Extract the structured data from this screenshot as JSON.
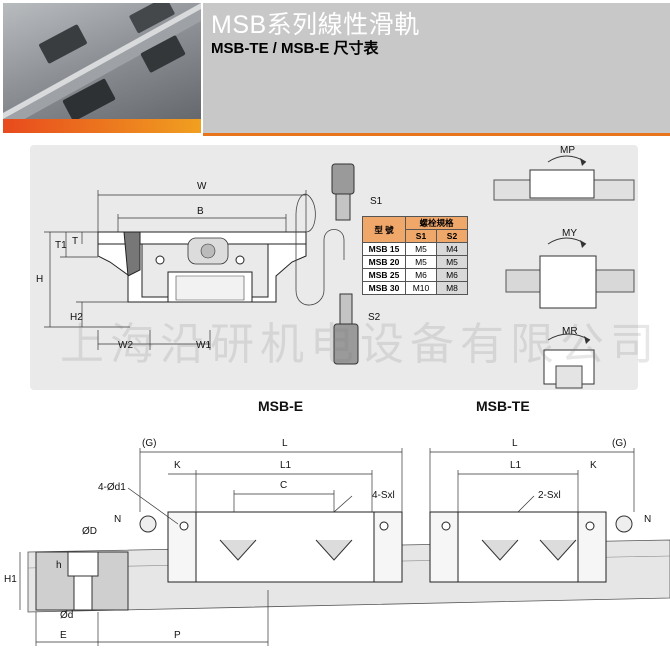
{
  "header": {
    "title": "MSB系列線性滑軌",
    "subtitle": "MSB-TE / MSB-E 尺寸表"
  },
  "colors": {
    "accent": "#e8741c",
    "table_header": "#f0a76a",
    "panel_gray": "#c8c8c8"
  },
  "front_view": {
    "labels": {
      "w": "W",
      "b": "B",
      "t1": "T1",
      "t": "T",
      "h": "H",
      "h2": "H2",
      "w2": "W2",
      "w1": "W1",
      "s1": "S1",
      "s2": "S2"
    }
  },
  "moments": {
    "mp": "MP",
    "my": "MY",
    "mr": "MR"
  },
  "bolt_table": {
    "header_model": "型 號",
    "header_group": "螺栓規格",
    "header_s1": "S1",
    "header_s2": "S2",
    "rows": [
      {
        "model": "MSB 15",
        "s1": "M5",
        "s2": "M4"
      },
      {
        "model": "MSB 20",
        "s1": "M5",
        "s2": "M5"
      },
      {
        "model": "MSB 25",
        "s1": "M6",
        "s2": "M6"
      },
      {
        "model": "MSB 30",
        "s1": "M10",
        "s2": "M8"
      }
    ]
  },
  "watermark": "上海沿研机电设备有限公司",
  "section_labels": {
    "left": "MSB-E",
    "right": "MSB-TE"
  },
  "side_view": {
    "left": {
      "g": "(G)",
      "l": "L",
      "k": "K",
      "l1": "L1",
      "c": "C",
      "n": "N",
      "hole": "4-Ød1",
      "screw": "4-Sxl"
    },
    "right": {
      "g": "(G)",
      "l": "L",
      "k": "K",
      "l1": "L1",
      "n": "N",
      "screw": "2-Sxl"
    },
    "rail": {
      "d_big": "ØD",
      "h": "h",
      "h1": "H1",
      "d_small": "Ød",
      "e": "E",
      "p": "P"
    }
  }
}
